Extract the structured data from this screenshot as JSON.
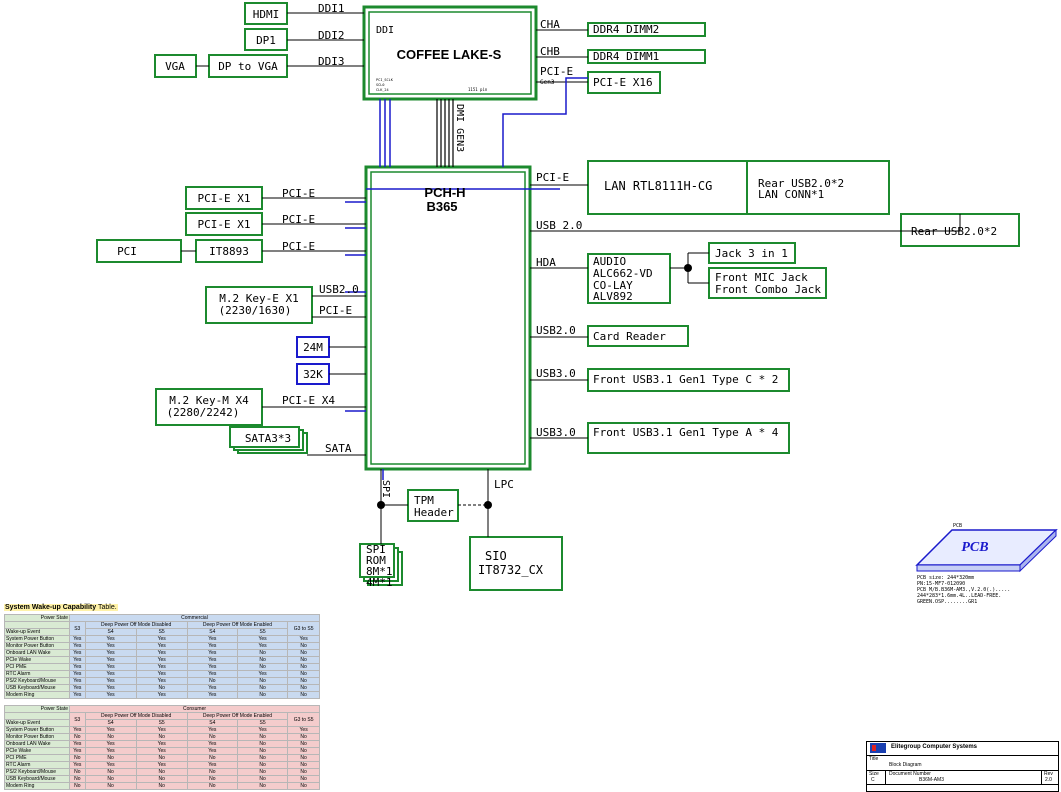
{
  "cpu": {
    "label": "COFFEE LAKE-S",
    "ddi": "DDI",
    "pins": "1151 pin",
    "side_labels": [
      "PCI_SCLK",
      "SCL0",
      "CLK_24"
    ]
  },
  "pch": {
    "label": "PCH-H",
    "model": "B365"
  },
  "display_outputs": [
    {
      "name": "HDMI",
      "bus": "DDI1"
    },
    {
      "name": "DP1",
      "bus": "DDI2"
    },
    {
      "name": "DP to VGA",
      "bus": "DDI3",
      "chain": "VGA"
    }
  ],
  "memory": [
    {
      "channel": "CHA",
      "slot": "DDR4 DIMM2"
    },
    {
      "channel": "CHB",
      "slot": "DDR4 DIMM1"
    }
  ],
  "cpu_pcie": {
    "bus": "PCI-E",
    "gen": "Gen3",
    "slot": "PCI-E X16"
  },
  "dmi": "DMI GEN3",
  "pch_left": [
    {
      "device": "PCI-E X1",
      "bus": "PCI-E"
    },
    {
      "device": "PCI-E X1",
      "bus": "PCI-E"
    },
    {
      "device": "IT8893",
      "bus": "PCI-E",
      "chain": "PCI"
    },
    {
      "device": "M.2 Key-E X1",
      "sub": "(2230/1630)",
      "buses": [
        "USB2.0",
        "PCI-E"
      ]
    },
    {
      "device": "24M"
    },
    {
      "device": "32K"
    },
    {
      "device": "M.2 Key-M X4",
      "sub": "(2280/2242)",
      "bus": "PCI-E X4"
    },
    {
      "device": "SATA3*3",
      "bus": "SATA"
    }
  ],
  "pch_right": [
    {
      "bus": "PCI-E",
      "device": "LAN RTL8111H-CG",
      "extra": [
        "Rear USB2.0*2",
        "LAN CONN*1"
      ]
    },
    {
      "bus": "USB 2.0",
      "device": "Rear USB2.0*2"
    },
    {
      "bus": "HDA",
      "device_lines": [
        "AUDIO",
        "ALC662-VD",
        "CO-LAY",
        "ALV892"
      ],
      "jacks": [
        "Jack 3 in 1",
        "Front MIC Jack",
        "Front Combo Jack"
      ]
    },
    {
      "bus": "USB2.0",
      "device": "Card Reader"
    },
    {
      "bus": "USB3.0",
      "device": "Front USB3.1 Gen1 Type C * 2"
    },
    {
      "bus": "USB3.0",
      "device": "Front USB3.1 Gen1 Type A * 4"
    }
  ],
  "pch_bottom": {
    "spi": "SPI",
    "lpc": "LPC",
    "tpm": [
      "TPM",
      "Header"
    ],
    "rom": [
      "SPI",
      "ROM",
      "8M*1",
      "4M*1"
    ],
    "sio": [
      "SIO",
      "IT8732_CX"
    ]
  },
  "pcb": {
    "label": "PCB",
    "top": "PCB",
    "notes": [
      "PCB size: 244*320mm",
      "PN:15-MF7-012090",
      "PCB M/B.B36M-AM3.,V.2.0(.).....",
      "244*283*1.6mm.4L..LEAD-FREE.",
      "GREEN.OSP........GR1"
    ]
  },
  "wake_table": {
    "title": "System Wake-up Capability",
    "title_suffix": " Table.",
    "commercial": {
      "group": "Commercial",
      "head1": [
        "Power State",
        "S3",
        "Deep Power Off Mode Disabled",
        "Deep Power Off Mode Enabled",
        "G3 to S5"
      ],
      "head2": [
        "Wake-up Event",
        "S4",
        "S5",
        "S4",
        "S5"
      ],
      "rows": [
        [
          "System Power Button",
          "Yes",
          "Yes",
          "Yes",
          "Yes",
          "Yes",
          "Yes"
        ],
        [
          "Monitor Power Button",
          "Yes",
          "Yes",
          "Yes",
          "Yes",
          "Yes",
          "No"
        ],
        [
          "Onboard LAN Wake",
          "Yes",
          "Yes",
          "Yes",
          "Yes",
          "No",
          "No"
        ],
        [
          "PCIe Wake",
          "Yes",
          "Yes",
          "Yes",
          "Yes",
          "No",
          "No"
        ],
        [
          "PCI PME",
          "Yes",
          "Yes",
          "Yes",
          "Yes",
          "No",
          "No"
        ],
        [
          "RTC Alarm",
          "Yes",
          "Yes",
          "Yes",
          "Yes",
          "Yes",
          "No"
        ],
        [
          "PS/2 Keyboard/Mouse",
          "Yes",
          "Yes",
          "Yes",
          "No",
          "No",
          "No"
        ],
        [
          "USB Keyboard/Mouse",
          "Yes",
          "Yes",
          "No",
          "Yes",
          "No",
          "No"
        ],
        [
          "Modem Ring",
          "Yes",
          "Yes",
          "Yes",
          "Yes",
          "No",
          "No"
        ]
      ]
    },
    "consumer": {
      "group": "Consumer",
      "head1": [
        "Power State",
        "S3",
        "Deep Power Off Mode Disabled",
        "Deep Power Off Mode Enabled",
        "G3 to S5"
      ],
      "head2": [
        "Wake-up Event",
        "S4",
        "S5",
        "S4",
        "S5"
      ],
      "rows": [
        [
          "System Power Button",
          "Yes",
          "Yes",
          "Yes",
          "Yes",
          "Yes",
          "Yes"
        ],
        [
          "Monitor Power Button",
          "No",
          "No",
          "No",
          "No",
          "No",
          "No"
        ],
        [
          "Onboard LAN Wake",
          "Yes",
          "Yes",
          "Yes",
          "Yes",
          "No",
          "No"
        ],
        [
          "PCIe Wake",
          "Yes",
          "Yes",
          "Yes",
          "Yes",
          "No",
          "No"
        ],
        [
          "PCI PME",
          "No",
          "No",
          "No",
          "No",
          "No",
          "No"
        ],
        [
          "RTC Alarm",
          "Yes",
          "Yes",
          "Yes",
          "Yes",
          "No",
          "No"
        ],
        [
          "PS/2 Keyboard/Mouse",
          "No",
          "No",
          "No",
          "No",
          "No",
          "No"
        ],
        [
          "USB Keyboard/Mouse",
          "No",
          "No",
          "No",
          "No",
          "No",
          "No"
        ],
        [
          "Modem Ring",
          "No",
          "No",
          "No",
          "No",
          "No",
          "No"
        ]
      ]
    }
  },
  "title_block": {
    "company": "Elitegroup Computer Systems",
    "title_label": "Title",
    "title": "Block Diagram",
    "size_label": "Size",
    "size": "C",
    "doc_label": "Document Number",
    "doc": "B36M-AM3",
    "rev_label": "Rev",
    "rev": "2.0"
  },
  "colors": {
    "box": "#1c8a2e",
    "bus_blue": "#1a1acc",
    "line": "#000000"
  }
}
